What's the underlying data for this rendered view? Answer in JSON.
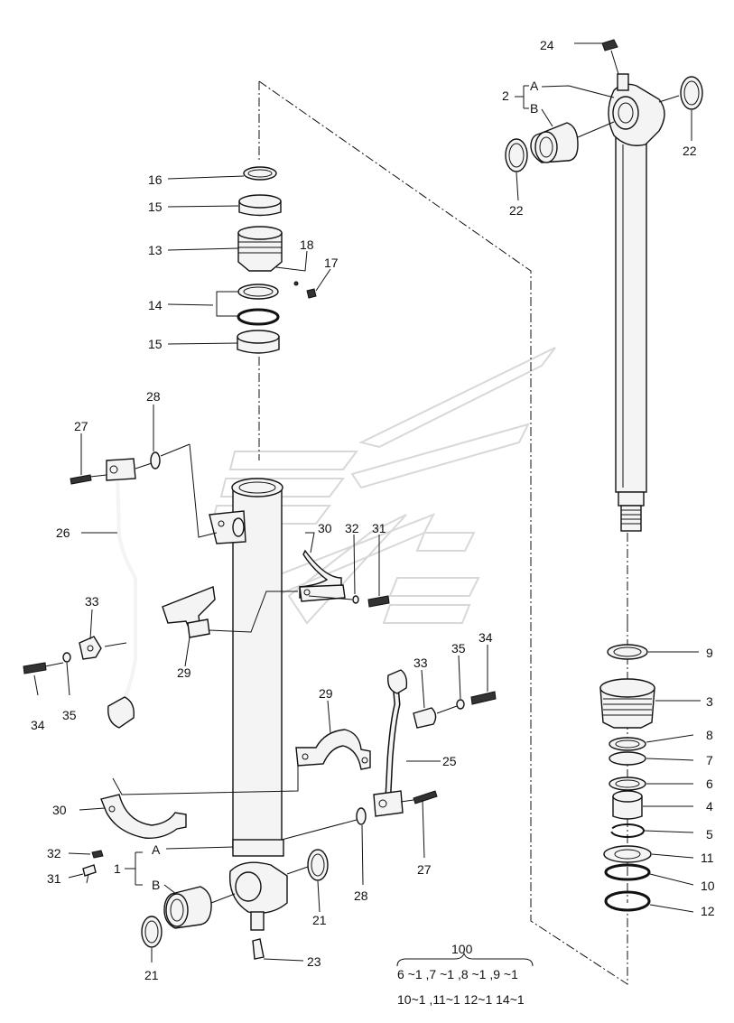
{
  "labels": {
    "n2": "2",
    "n2A": "A",
    "n2B": "B",
    "n24": "24",
    "n22a": "22",
    "n22b": "22",
    "n16": "16",
    "n15a": "15",
    "n13": "13",
    "n18": "18",
    "n17": "17",
    "n14": "14",
    "n15b": "15",
    "n28a": "28",
    "n27a": "27",
    "n26": "26",
    "n30a": "30",
    "n32a": "32",
    "n31a": "31",
    "n33a": "33",
    "n29a": "29",
    "n34a": "34",
    "n35a": "35",
    "n35b": "35",
    "n34b": "34",
    "n33b": "33",
    "n29b": "29",
    "n25": "25",
    "n9": "9",
    "n3": "3",
    "n8": "8",
    "n7": "7",
    "n6": "6",
    "n4": "4",
    "n5": "5",
    "n11": "11",
    "n10": "10",
    "n12": "12",
    "n30b": "30",
    "n32b": "32",
    "n31b": "31",
    "n1": "1",
    "n1A": "A",
    "n1B": "B",
    "n27b": "27",
    "n28b": "28",
    "n21a": "21",
    "n21b": "21",
    "n23": "23"
  },
  "kit": {
    "number": "100",
    "line1": "6 ~1 ,7 ~1 ,8 ~1 ,9 ~1",
    "line2": "10~1 ,11~1  12~1  14~1"
  }
}
